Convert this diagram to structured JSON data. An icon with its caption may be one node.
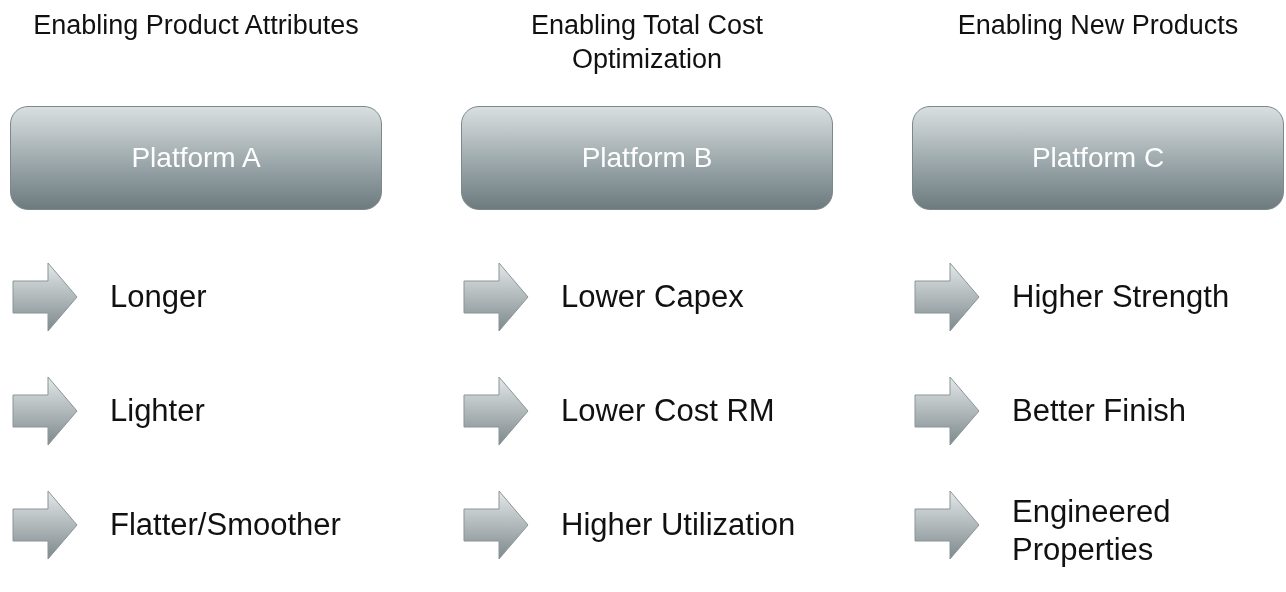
{
  "diagram": {
    "nodes": [
      {
        "text": [
          "Enabling Product Attributes",
          "Platform A"
        ]
      },
      {
        "text": [
          "Enabling Total Cost Optimization",
          "Platform B"
        ]
      },
      {
        "text": [
          "Enabling New Products",
          "Platform C"
        ]
      }
    ],
    "labels": [
      "Longer",
      "Lower Capex",
      "Higher Strength",
      "Lighter",
      "Lower Cost RM",
      "Better Finish",
      "Flatter/Smoother",
      "Higher Utilization",
      "Engineered Properties"
    ]
  }
}
